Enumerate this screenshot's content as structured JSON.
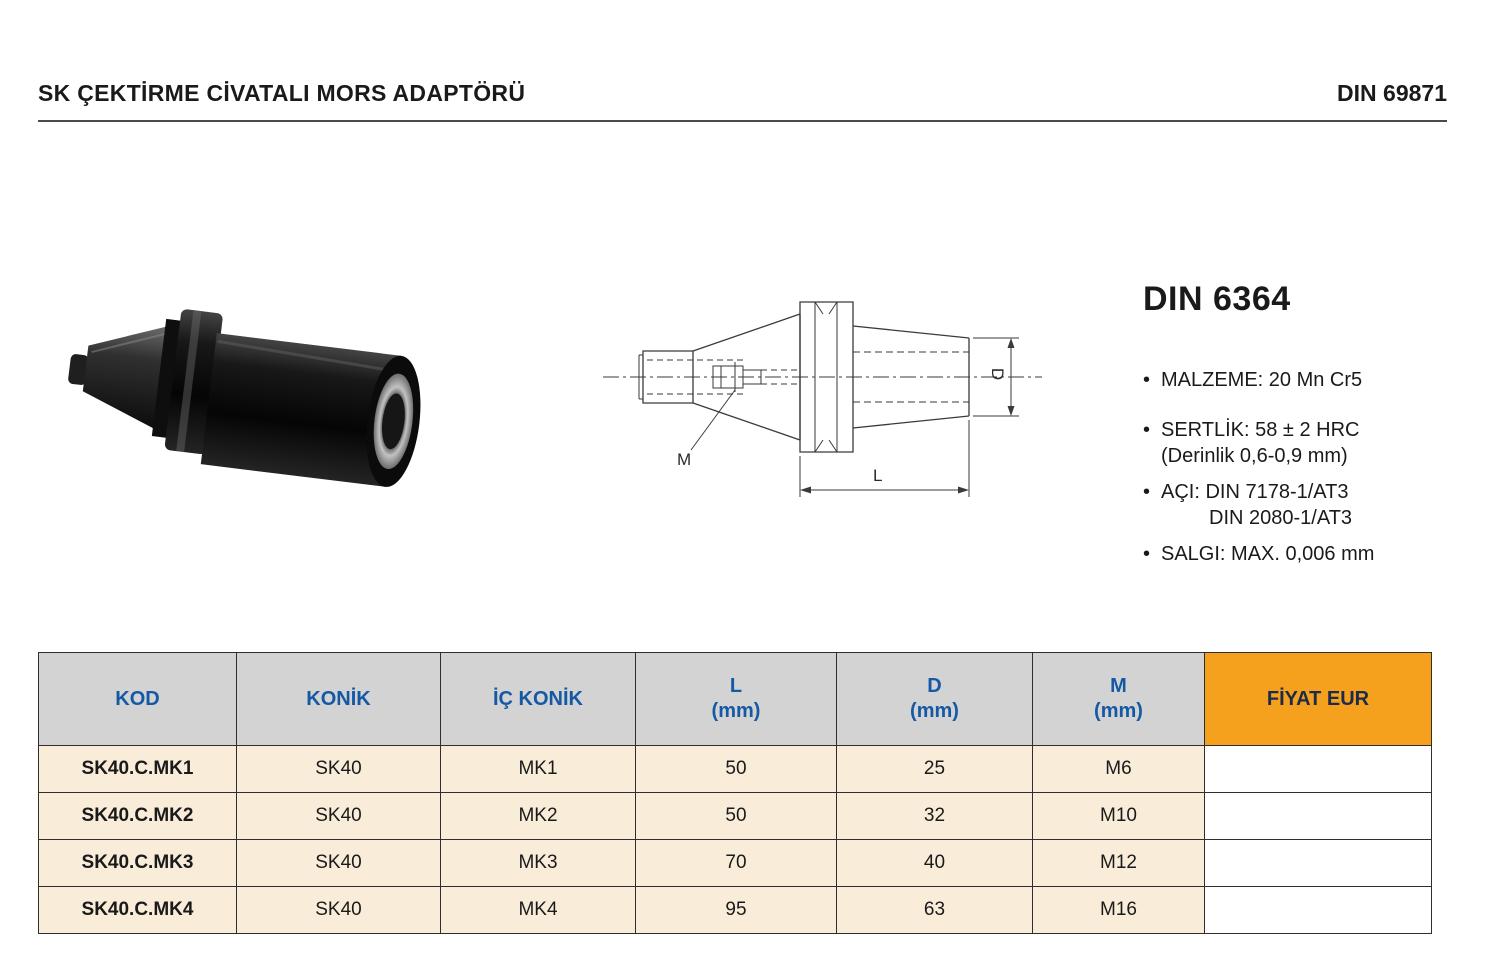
{
  "colors": {
    "accent_orange": "#F5A11E",
    "header_blue": "#1559A5",
    "table_header_gray": "#D3D3D3",
    "row_cream": "#F9ECD8",
    "fiyat_header_text": "#1C2B4A",
    "border_dark": "#2E2E2E",
    "text_dark": "#1A1A1A"
  },
  "header": {
    "title": "SK ÇEKTİRME CİVATALI MORS ADAPTÖRÜ",
    "standard": "DIN 69871"
  },
  "figure": {
    "drawing_labels": {
      "m": "M",
      "l": "L",
      "d": "D"
    }
  },
  "specs": {
    "heading": "DIN 6364",
    "bullets": [
      {
        "text": "MALZEME: 20 Mn Cr5",
        "sub": ""
      },
      {
        "text": "SERTLİK: 58 ± 2 HRC",
        "sub": "(Derinlik 0,6-0,9 mm)"
      },
      {
        "text": "AÇI: DIN 7178-1/AT3",
        "sub": "DIN 2080-1/AT3"
      },
      {
        "text": "SALGI: MAX. 0,006 mm",
        "sub": ""
      }
    ]
  },
  "table": {
    "headers": [
      {
        "line1": "KOD",
        "line2": ""
      },
      {
        "line1": "KONİK",
        "line2": ""
      },
      {
        "line1": "İÇ KONİK",
        "line2": ""
      },
      {
        "line1": "L",
        "line2": "(mm)"
      },
      {
        "line1": "D",
        "line2": "(mm)"
      },
      {
        "line1": "M",
        "line2": "(mm)"
      },
      {
        "line1": "FİYAT EUR",
        "line2": ""
      }
    ],
    "rows": [
      [
        "SK40.C.MK1",
        "SK40",
        "MK1",
        "50",
        "25",
        "M6",
        ""
      ],
      [
        "SK40.C.MK2",
        "SK40",
        "MK2",
        "50",
        "32",
        "M10",
        ""
      ],
      [
        "SK40.C.MK3",
        "SK40",
        "MK3",
        "70",
        "40",
        "M12",
        ""
      ],
      [
        "SK40.C.MK4",
        "SK40",
        "MK4",
        "95",
        "63",
        "M16",
        ""
      ]
    ]
  }
}
